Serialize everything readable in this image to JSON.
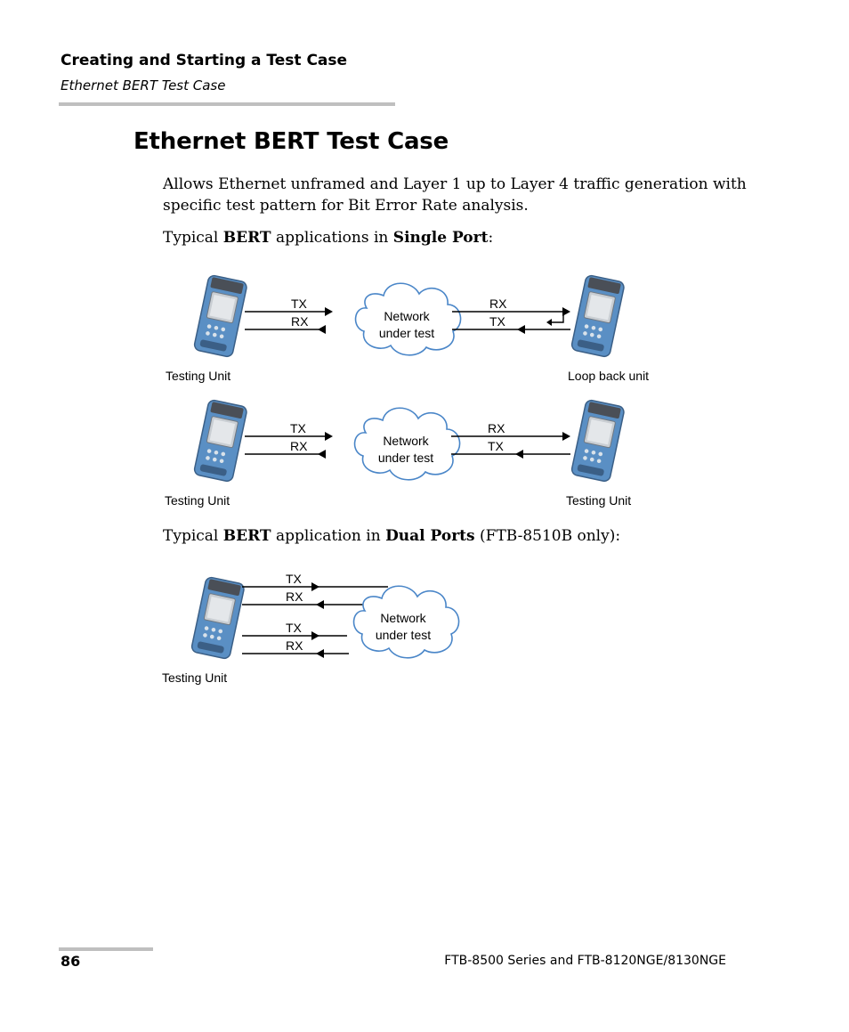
{
  "header": {
    "chapter_title": "Creating and Starting a Test Case",
    "section_title": "Ethernet BERT Test Case"
  },
  "main": {
    "heading": "Ethernet BERT Test Case",
    "intro": "Allows Ethernet unframed and Layer 1 up to Layer 4 traffic generation with specific test pattern for Bit Error Rate analysis.",
    "single_port_caption": {
      "prefix": "Typical ",
      "bert": "BERT",
      "middle": " applications in ",
      "mode": "Single Port",
      "suffix": ":"
    },
    "dual_port_caption": {
      "prefix": "Typical ",
      "bert": "BERT",
      "middle": " application in ",
      "mode": "Dual Ports",
      "suffix": " (FTB-8510B only):"
    }
  },
  "diagrams": {
    "tx": "TX",
    "rx": "RX",
    "network_line1": "Network",
    "network_line2": "under test",
    "testing_unit": "Testing Unit",
    "loop_back_unit": "Loop back unit"
  },
  "footer": {
    "page_number": "86",
    "product": "FTB-8500 Series and FTB-8120NGE/8130NGE"
  },
  "colors": {
    "device_body": "#5a8fc4",
    "device_dark": "#3b5f86",
    "screen": "#c9ced3",
    "rule": "#bfbfbf"
  }
}
